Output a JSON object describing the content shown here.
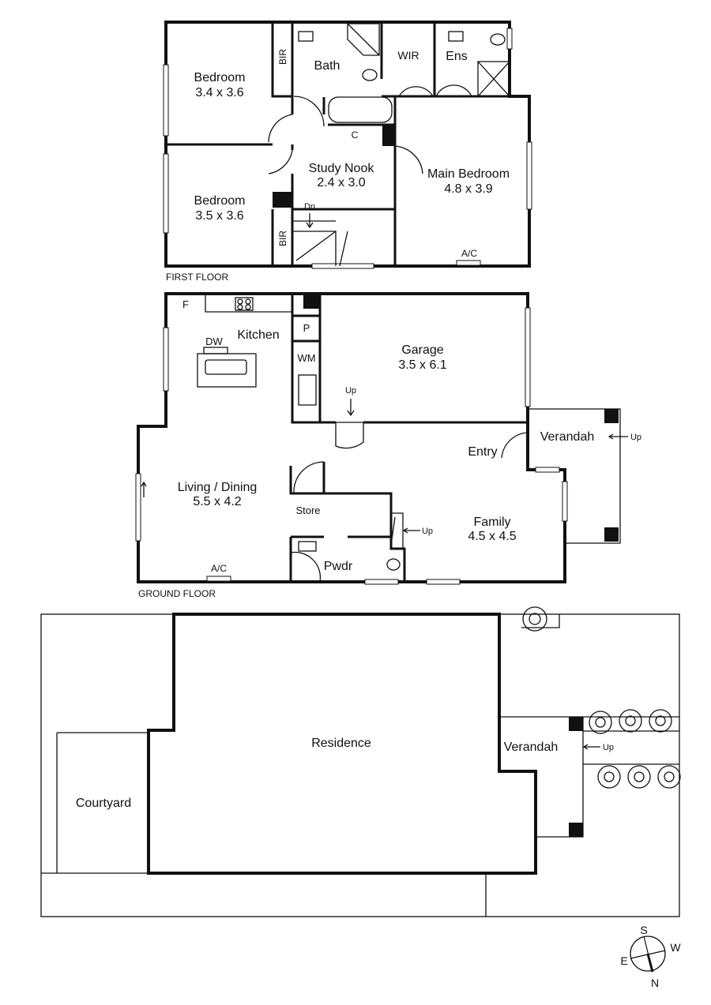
{
  "first_floor": {
    "caption": "FIRST FLOOR",
    "rooms": {
      "bedroom1": {
        "name": "Bedroom",
        "size": "3.4 x 3.6"
      },
      "bedroom2": {
        "name": "Bedroom",
        "size": "3.5 x 3.6"
      },
      "study": {
        "name": "Study Nook",
        "size": "2.4 x 3.0"
      },
      "main_bedroom": {
        "name": "Main Bedroom",
        "size": "4.8 x 3.9"
      },
      "bath": "Bath",
      "wir": "WIR",
      "ens": "Ens",
      "bir1": "BIR",
      "bir2": "BIR",
      "cupboard": "C",
      "stairs": "Dn",
      "ac": "A/C"
    }
  },
  "ground_floor": {
    "caption": "GROUND FLOOR",
    "rooms": {
      "kitchen": "Kitchen",
      "fridge": "F",
      "dishwasher": "DW",
      "pantry": "P",
      "washing_machine": "WM",
      "garage": {
        "name": "Garage",
        "size": "3.5 x 6.1"
      },
      "garage_up": "Up",
      "living": {
        "name": "Living / Dining",
        "size": "5.5 x 4.2"
      },
      "entry": "Entry",
      "verandah": "Verandah",
      "verandah_up": "Up",
      "store": "Store",
      "stairs_up": "Up",
      "family": {
        "name": "Family",
        "size": "4.5 x 4.5"
      },
      "powder": "Pwdr",
      "ac": "A/C"
    }
  },
  "site_plan": {
    "residence": "Residence",
    "courtyard": "Courtyard",
    "verandah": "Verandah",
    "verandah_up": "Up"
  },
  "compass": {
    "north": "N",
    "south": "S",
    "east": "E",
    "west": "W"
  }
}
